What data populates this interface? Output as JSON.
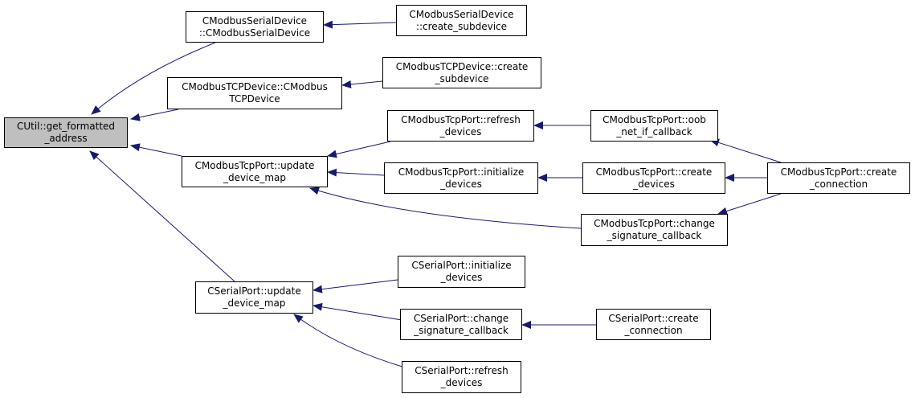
{
  "graph": {
    "edge_color": "#191970",
    "root_fill": "#bfbfbf",
    "node_fill": "#ffffff",
    "nodes": [
      {
        "id": "root",
        "lines": [
          "CUtil::get_formatted",
          "_address"
        ],
        "root": true
      },
      {
        "id": "msd",
        "lines": [
          "CModbusSerialDevice",
          "::CModbusSerialDevice"
        ]
      },
      {
        "id": "msd_create",
        "lines": [
          "CModbusSerialDevice",
          "::create_subdevice"
        ]
      },
      {
        "id": "mtd",
        "lines": [
          "CModbusTCPDevice::CModbus",
          "TCPDevice"
        ]
      },
      {
        "id": "mtd_create",
        "lines": [
          "CModbusTCPDevice::create",
          "_subdevice"
        ]
      },
      {
        "id": "tcp_update",
        "lines": [
          "CModbusTcpPort::update",
          "_device_map"
        ]
      },
      {
        "id": "tcp_refresh",
        "lines": [
          "CModbusTcpPort::refresh",
          "_devices"
        ]
      },
      {
        "id": "tcp_oob",
        "lines": [
          "CModbusTcpPort::oob",
          "_net_if_callback"
        ]
      },
      {
        "id": "tcp_init",
        "lines": [
          "CModbusTcpPort::initialize",
          "_devices"
        ]
      },
      {
        "id": "tcp_create_dev",
        "lines": [
          "CModbusTcpPort::create",
          "_devices"
        ]
      },
      {
        "id": "tcp_create_conn",
        "lines": [
          "CModbusTcpPort::create",
          "_connection"
        ]
      },
      {
        "id": "tcp_change",
        "lines": [
          "CModbusTcpPort::change",
          "_signature_callback"
        ]
      },
      {
        "id": "ser_update",
        "lines": [
          "CSerialPort::update",
          "_device_map"
        ]
      },
      {
        "id": "ser_init",
        "lines": [
          "CSerialPort::initialize",
          "_devices"
        ]
      },
      {
        "id": "ser_change",
        "lines": [
          "CSerialPort::change",
          "_signature_callback"
        ]
      },
      {
        "id": "ser_create_conn",
        "lines": [
          "CSerialPort::create",
          "_connection"
        ]
      },
      {
        "id": "ser_refresh",
        "lines": [
          "CSerialPort::refresh",
          "_devices"
        ]
      }
    ],
    "edges": [
      {
        "from": "msd",
        "to": "root"
      },
      {
        "from": "mtd",
        "to": "root"
      },
      {
        "from": "tcp_update",
        "to": "root"
      },
      {
        "from": "ser_update",
        "to": "root"
      },
      {
        "from": "msd_create",
        "to": "msd"
      },
      {
        "from": "mtd_create",
        "to": "mtd"
      },
      {
        "from": "tcp_refresh",
        "to": "tcp_update"
      },
      {
        "from": "tcp_init",
        "to": "tcp_update"
      },
      {
        "from": "tcp_change",
        "to": "tcp_update"
      },
      {
        "from": "tcp_oob",
        "to": "tcp_refresh"
      },
      {
        "from": "tcp_create_dev",
        "to": "tcp_init"
      },
      {
        "from": "tcp_create_conn",
        "to": "tcp_oob"
      },
      {
        "from": "tcp_create_conn",
        "to": "tcp_create_dev"
      },
      {
        "from": "tcp_create_conn",
        "to": "tcp_change"
      },
      {
        "from": "ser_init",
        "to": "ser_update"
      },
      {
        "from": "ser_change",
        "to": "ser_update"
      },
      {
        "from": "ser_refresh",
        "to": "ser_update"
      },
      {
        "from": "ser_create_conn",
        "to": "ser_change"
      }
    ]
  }
}
